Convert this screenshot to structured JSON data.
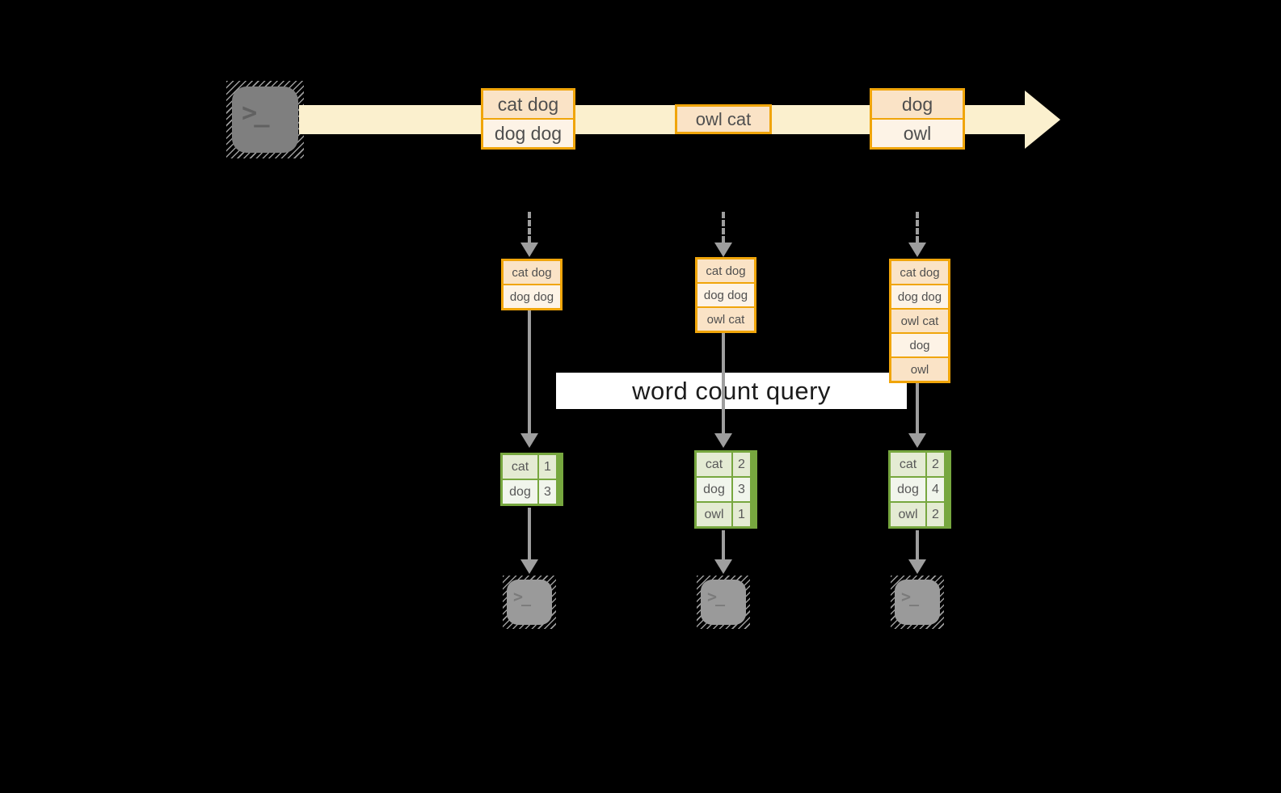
{
  "title": "streaming word count diagram",
  "stream": {
    "batches": [
      {
        "items": [
          "cat dog",
          "dog dog"
        ]
      },
      {
        "items": [
          "owl cat"
        ]
      },
      {
        "items": [
          "dog",
          "owl"
        ]
      }
    ]
  },
  "query": {
    "label": "word count query"
  },
  "workers": [
    {
      "buffer": [
        "cat dog",
        "dog dog"
      ],
      "table": {
        "rows": [
          {
            "word": "cat",
            "count": "1"
          },
          {
            "word": "dog",
            "count": "3"
          }
        ]
      }
    },
    {
      "buffer": [
        "cat dog",
        "dog dog",
        "owl cat"
      ],
      "table": {
        "rows": [
          {
            "word": "cat",
            "count": "2"
          },
          {
            "word": "dog",
            "count": "3"
          },
          {
            "word": "owl",
            "count": "1"
          }
        ]
      }
    },
    {
      "buffer": [
        "cat dog",
        "dog dog",
        "owl cat",
        "dog",
        "owl"
      ],
      "table": {
        "rows": [
          {
            "word": "cat",
            "count": "2"
          },
          {
            "word": "dog",
            "count": "4"
          },
          {
            "word": "owl",
            "count": "2"
          }
        ]
      }
    }
  ],
  "icons": {
    "source": "terminal-icon",
    "sinks": [
      "terminal-icon",
      "terminal-icon",
      "terminal-icon"
    ],
    "glyph": ">_"
  },
  "colors": {
    "background": "#000000",
    "stream_band": "#fbf0ce",
    "box_border": "#f0a50a",
    "box_fill_dark": "#fae3c6",
    "box_fill_light": "#fdf3e6",
    "table_border": "#77a73f",
    "table_fill_dark": "#e4ebd3",
    "table_fill_light": "#f1f5ec",
    "arrow_gray": "#9e9e9e",
    "query_band": "#ffffff"
  }
}
